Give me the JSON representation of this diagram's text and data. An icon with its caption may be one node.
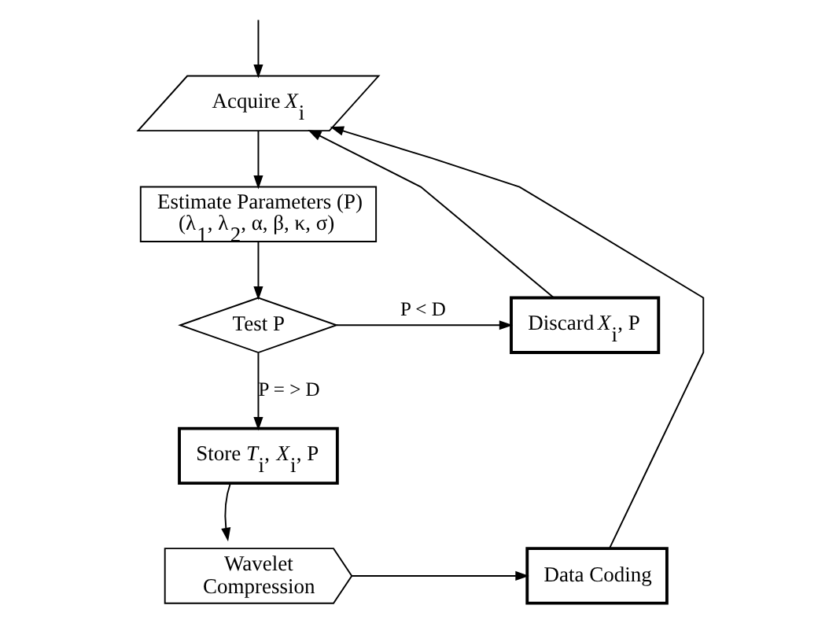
{
  "diagram": {
    "nodes": [
      {
        "text": [
          "Acquire *X*$_{i}$"
        ]
      },
      {
        "text": [
          "Estimate Parameters (P) (λ$_{1}$, λ$_{2}$, α, β, κ, σ)"
        ]
      },
      {
        "text": [
          "Test P"
        ]
      },
      {
        "text": [
          "Discard *X*$_{i}$, P"
        ]
      },
      {
        "text": [
          "Store *T*$_{i}$, *X*$_{i}$, P"
        ]
      },
      {
        "text": [
          "Wavelet Compression"
        ]
      },
      {
        "text": [
          "Data Coding"
        ]
      }
    ],
    "edges": [
      {
        "from": null,
        "to": 0,
        "arrow": "to"
      },
      {
        "from": 3,
        "to": 0,
        "arrow": "to"
      },
      {
        "from": 6,
        "to": 0,
        "arrow": "to"
      },
      {
        "from": 0,
        "to": 1,
        "arrow": "to"
      },
      {
        "from": 1,
        "to": 2,
        "arrow": "to"
      },
      {
        "from": 2,
        "to": 4,
        "arrow": "to",
        "label": "P = > D"
      },
      {
        "from": 2,
        "to": 3,
        "arrow": "to",
        "label": "P < D"
      },
      {
        "from": 4,
        "to": 5,
        "arrow": "to"
      },
      {
        "from": 5,
        "to": 6,
        "arrow": "to"
      }
    ]
  }
}
